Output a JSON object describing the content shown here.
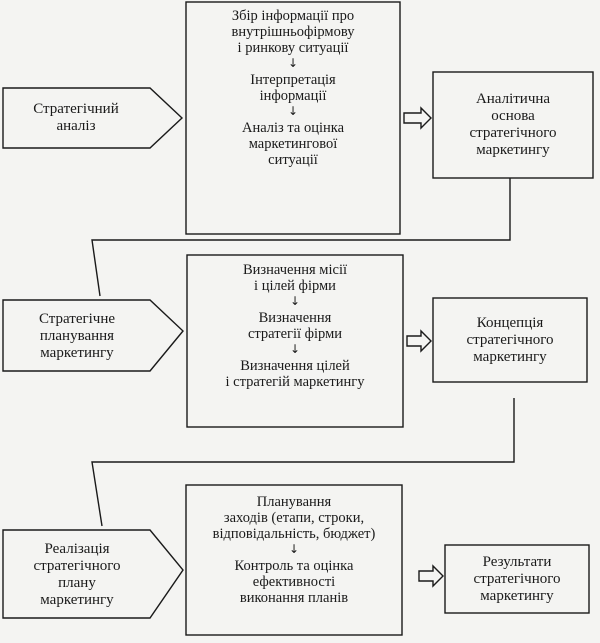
{
  "stages": [
    {
      "input": "Стратегічний\nаналіз",
      "steps": [
        "Збір інформації про\nвнутрішньофірмову\nі ринкову ситуації",
        "Інтерпретація\nінформації",
        "Аналіз та оцінка\nмаркетингової\nситуації"
      ],
      "output": "Аналітична\nоснова\nстратегічного\nмаркетингу"
    },
    {
      "input": "Стратегічне\nпланування\nмаркетингу",
      "steps": [
        "Визначення місії\nі цілей фірми",
        "Визначення\nстратегії фірми",
        "Визначення цілей\nі стратегій маркетингу"
      ],
      "output": "Концепція\nстратегічного\nмаркетингу"
    },
    {
      "input": "Реалізація\nстратегічного\nплану\nмаркетингу",
      "steps": [
        "Планування\nзаходів (етапи, строки,\nвідповідальність, бюджет)",
        "Контроль та оцінка\nефективності\nвиконання планів"
      ],
      "output": "Результати\nстратегічного\nмаркетингу"
    }
  ],
  "arrow_glyph": "↓"
}
